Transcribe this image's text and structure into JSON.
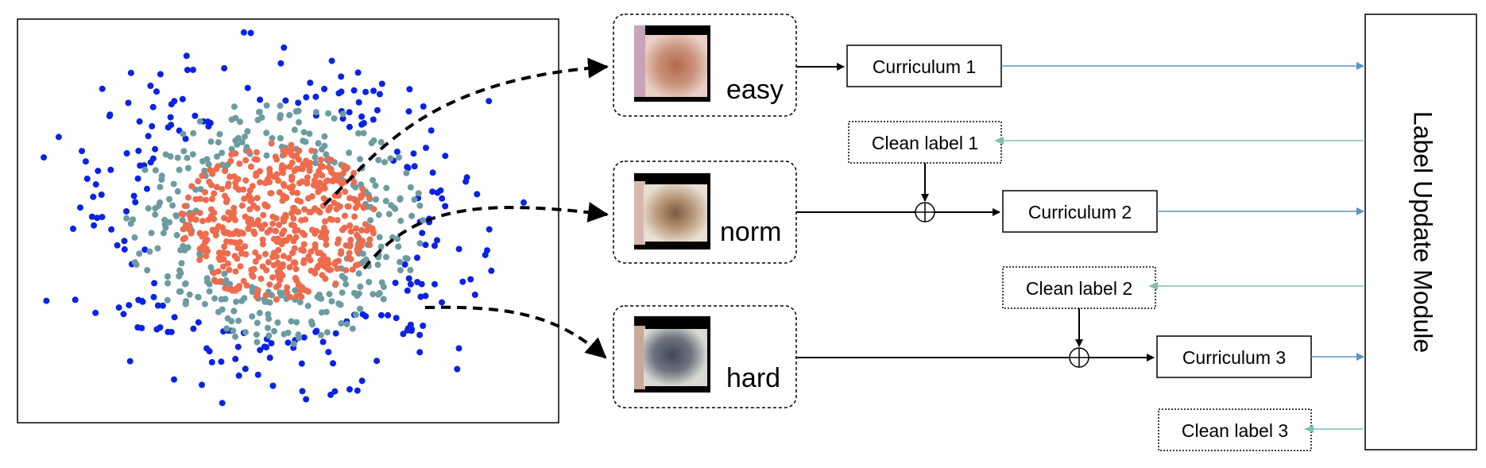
{
  "groups": {
    "easy": "easy",
    "norm": "norm",
    "hard": "hard"
  },
  "curricula": [
    "Curriculum 1",
    "Curriculum 2",
    "Curriculum 3"
  ],
  "clean_labels": [
    "Clean label 1",
    "Clean label 2",
    "Clean label 3"
  ],
  "module": "Label Update Module",
  "colors": {
    "easy_points": "#ee6b4d",
    "norm_points": "#6c9ba0",
    "hard_points": "#0a22e6",
    "forward_arrow": "#5b93c4",
    "feedback_arrow": "#82bfae",
    "line": "#000000"
  }
}
